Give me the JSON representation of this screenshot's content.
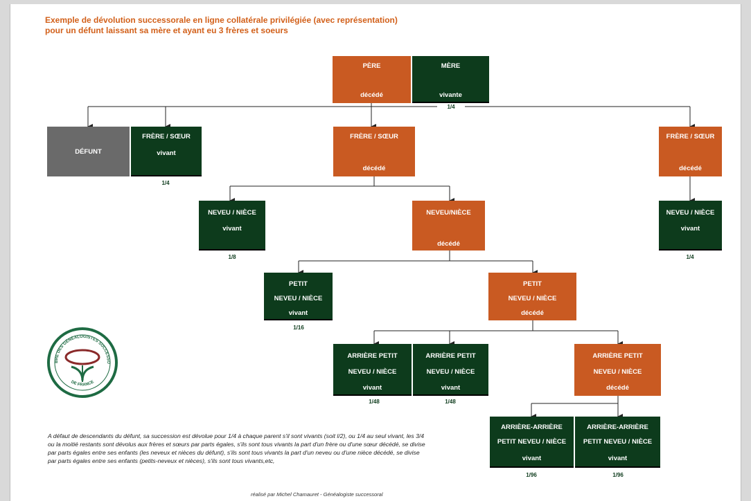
{
  "title": {
    "line1": "Exemple de dévolution successorale en ligne collatérale privilégiée (avec représentation)",
    "line2": "pour un défunt laissant sa mère et ayant eu 3 frères et soeurs"
  },
  "colors": {
    "deceased": "#c95a22",
    "living": "#0d3b1c",
    "defunct": "#6a6a6a",
    "title": "#d2601a"
  },
  "nodes": {
    "pere": {
      "label": "PÈRE",
      "status": "décédé"
    },
    "mere": {
      "label": "MÈRE",
      "status": "vivante"
    },
    "defunt": {
      "label": "DÉFUNT"
    },
    "frere1": {
      "label": "FRÈRE / SŒUR",
      "status": "vivant",
      "share": "1/4"
    },
    "frere2": {
      "label": "FRÈRE / SŒUR",
      "status": "décédé"
    },
    "frere3": {
      "label": "FRÈRE / SŒUR",
      "status": "décédé"
    },
    "neveu1": {
      "label": "NEVEU / NIÈCE",
      "status": "vivant",
      "share": "1/8"
    },
    "neveu2": {
      "label": "NEVEU/NIÈCE",
      "status": "décédé"
    },
    "neveu3": {
      "label": "NEVEU / NIÈCE",
      "status": "vivant",
      "share": "1/4"
    },
    "petit1": {
      "line1": "PETIT",
      "line2": "NEVEU / NIÈCE",
      "status": "vivant",
      "share": "1/16"
    },
    "petit2": {
      "line1": "PETIT",
      "line2": "NEVEU / NIÈCE",
      "status": "décédé"
    },
    "arr1": {
      "line1": "ARRIÈRE PETIT",
      "line2": "NEVEU / NIÈCE",
      "status": "vivant",
      "share": "1/48"
    },
    "arr2": {
      "line1": "ARRIÈRE PETIT",
      "line2": "NEVEU / NIÈCE",
      "status": "vivant",
      "share": "1/48"
    },
    "arr3": {
      "line1": "ARRIÈRE PETIT",
      "line2": "NEVEU / NIÈCE",
      "status": "décédé"
    },
    "aa1": {
      "line1": "ARRIÈRE-ARRIÈRE",
      "line2": "PETIT NEVEU / NIÈCE",
      "status": "vivant",
      "share": "1/96"
    },
    "aa2": {
      "line1": "ARRIÈRE-ARRIÈRE",
      "line2": "PETIT NEVEU / NIÈCE",
      "status": "vivant",
      "share": "1/96"
    }
  },
  "mother_share": "1/4",
  "note": "A défaut de descendants du défunt, sa succession est dévolue pour 1/4 à chaque parent s'il sont vivants (soit l/2), ou 1/4 au seul vivant, les 3/4 ou la moitié restants sont dévolus aux frères et sœurs par parts égales, s'ils sont tous vivants la part d'un frère ou d'une sœur décédé, se divise par parts égales entre ses enfants (les neveux et nièces du défunt), s'ils sont tous vivants la part d'un neveu ou d'une nièce décédé, se divise par parts égales entre ses enfants (petits-neveux et nièces), s'ils sont tous vivants,etc,",
  "credit": "réalisé par Michel Chamauret - Généalogiste successoral",
  "logo": {
    "name": "chambre-des-genealogistes-successoraux-seal",
    "text_top": "CHAMBRE DES GÉNÉALOGISTES SUCCESSORAUX",
    "text_bottom": "DE FRANCE"
  }
}
